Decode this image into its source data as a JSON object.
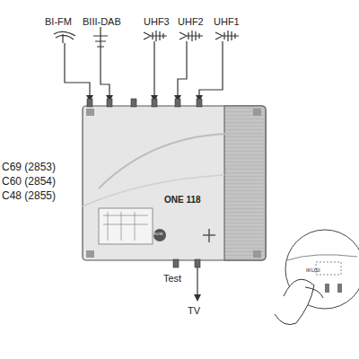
{
  "diagram": {
    "nodes": [
      {
        "text": [
          "ONE 118"
        ]
      }
    ],
    "labels": [
      "BI-FM",
      "BIII-DAB",
      "UHF3",
      "UHF2",
      "UHF1",
      "C69 (2853)",
      "C60 (2854)",
      "C48 (2855)",
      "IKUSI",
      "Test",
      "TV",
      "IKUSI"
    ]
  }
}
